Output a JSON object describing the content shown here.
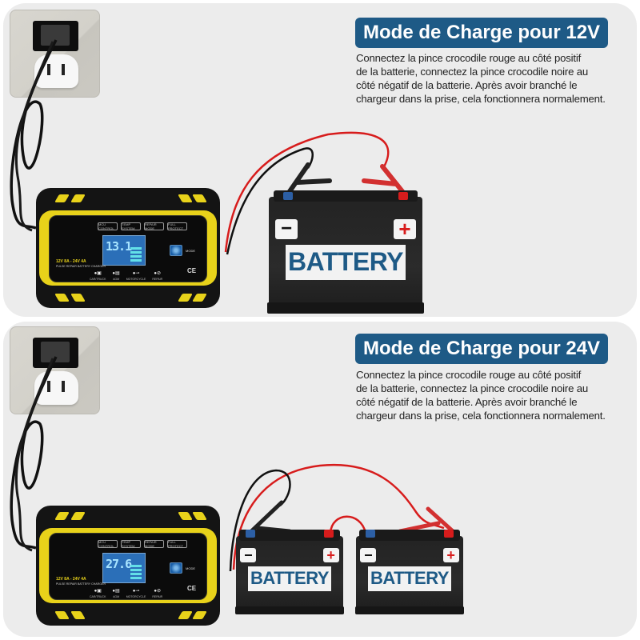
{
  "sections": [
    {
      "title": "Mode de Charge pour 12V",
      "description_lines": [
        "Connectez la pince crocodile rouge au côté positif",
        "de la batterie, connectez la pince crocodile noire au",
        "côté négatif de la batterie. Après avoir branché le",
        "chargeur dans la prise, cela fonctionnera normalement."
      ],
      "charger": {
        "display_reading": "13.1",
        "spec_line1": "12V 8A - 24V 4A",
        "spec_line2": "PULSE REPAIR BATTERY CHARGER",
        "top_icons": [
          "MCU CONTROL",
          "TEMP SYSTEM",
          "REPAIR MODE",
          "FULL PROTECT"
        ],
        "mode_label": "MODE",
        "ce_mark": "CE",
        "indicators": [
          "CAR/TRUCK",
          "AGM",
          "MOTORCYCLE",
          "REPAIR"
        ]
      },
      "batteries": [
        {
          "label": "BATTERY",
          "minus": "−",
          "plus": "+"
        }
      ]
    },
    {
      "title": "Mode de Charge pour 24V",
      "description_lines": [
        "Connectez la pince crocodile rouge au côté positif",
        "de la batterie, connectez la pince crocodile noire au",
        "côté négatif de la batterie. Après avoir branché le",
        "chargeur dans la prise, cela fonctionnera normalement."
      ],
      "charger": {
        "display_reading": "27.6",
        "spec_line1": "12V 8A - 24V 4A",
        "spec_line2": "PULSE REPAIR BATTERY CHARGER",
        "top_icons": [
          "MCU CONTROL",
          "TEMP SYSTEM",
          "REPAIR MODE",
          "FULL PROTECT"
        ],
        "mode_label": "MODE",
        "ce_mark": "CE",
        "indicators": [
          "CAR/TRUCK",
          "AGM",
          "MOTORCYCLE",
          "REPAIR"
        ]
      },
      "batteries": [
        {
          "label": "BATTERY",
          "minus": "−",
          "plus": "+"
        },
        {
          "label": "BATTERY",
          "minus": "−",
          "plus": "+"
        }
      ]
    }
  ],
  "colors": {
    "title_badge_bg": "#1e5a86",
    "title_text": "#ffffff",
    "battery_label_text": "#1e5a86",
    "charger_yellow": "#e8d21a",
    "clamp_red": "#d71c1c",
    "panel_bg": "#ececec"
  }
}
